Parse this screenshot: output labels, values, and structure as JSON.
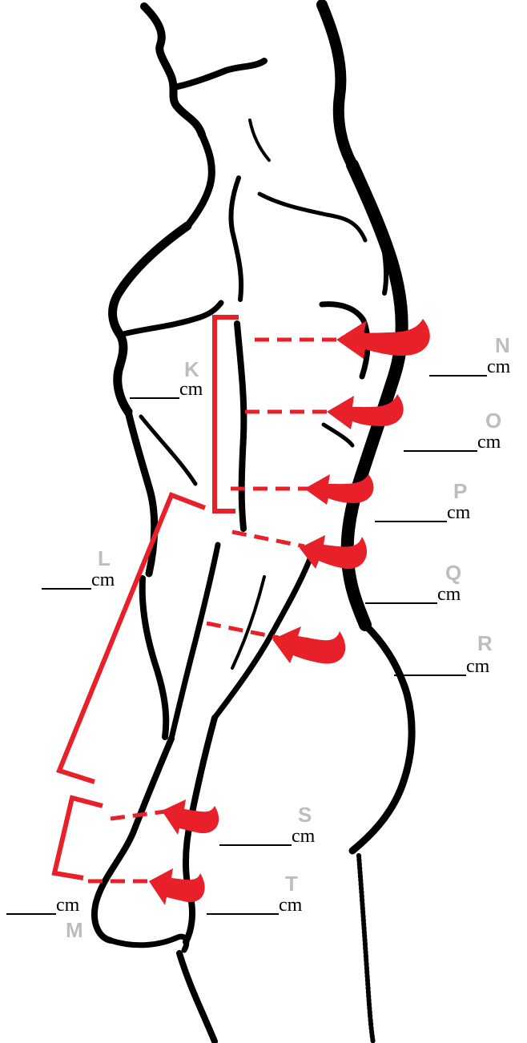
{
  "colors": {
    "outline": "#000000",
    "marker": "#e8202a",
    "letter": "#bdbdbd",
    "background": "#ffffff"
  },
  "labels": {
    "K": {
      "letter": "K",
      "unit": "cm"
    },
    "L": {
      "letter": "L",
      "unit": "cm"
    },
    "M": {
      "letter": "M",
      "unit": "cm"
    },
    "N": {
      "letter": "N",
      "unit": "cm"
    },
    "O": {
      "letter": "O",
      "unit": "cm"
    },
    "P": {
      "letter": "P",
      "unit": "cm"
    },
    "Q": {
      "letter": "Q",
      "unit": "cm"
    },
    "R": {
      "letter": "R",
      "unit": "cm"
    },
    "S": {
      "letter": "S",
      "unit": "cm"
    },
    "T": {
      "letter": "T",
      "unit": "cm"
    }
  }
}
